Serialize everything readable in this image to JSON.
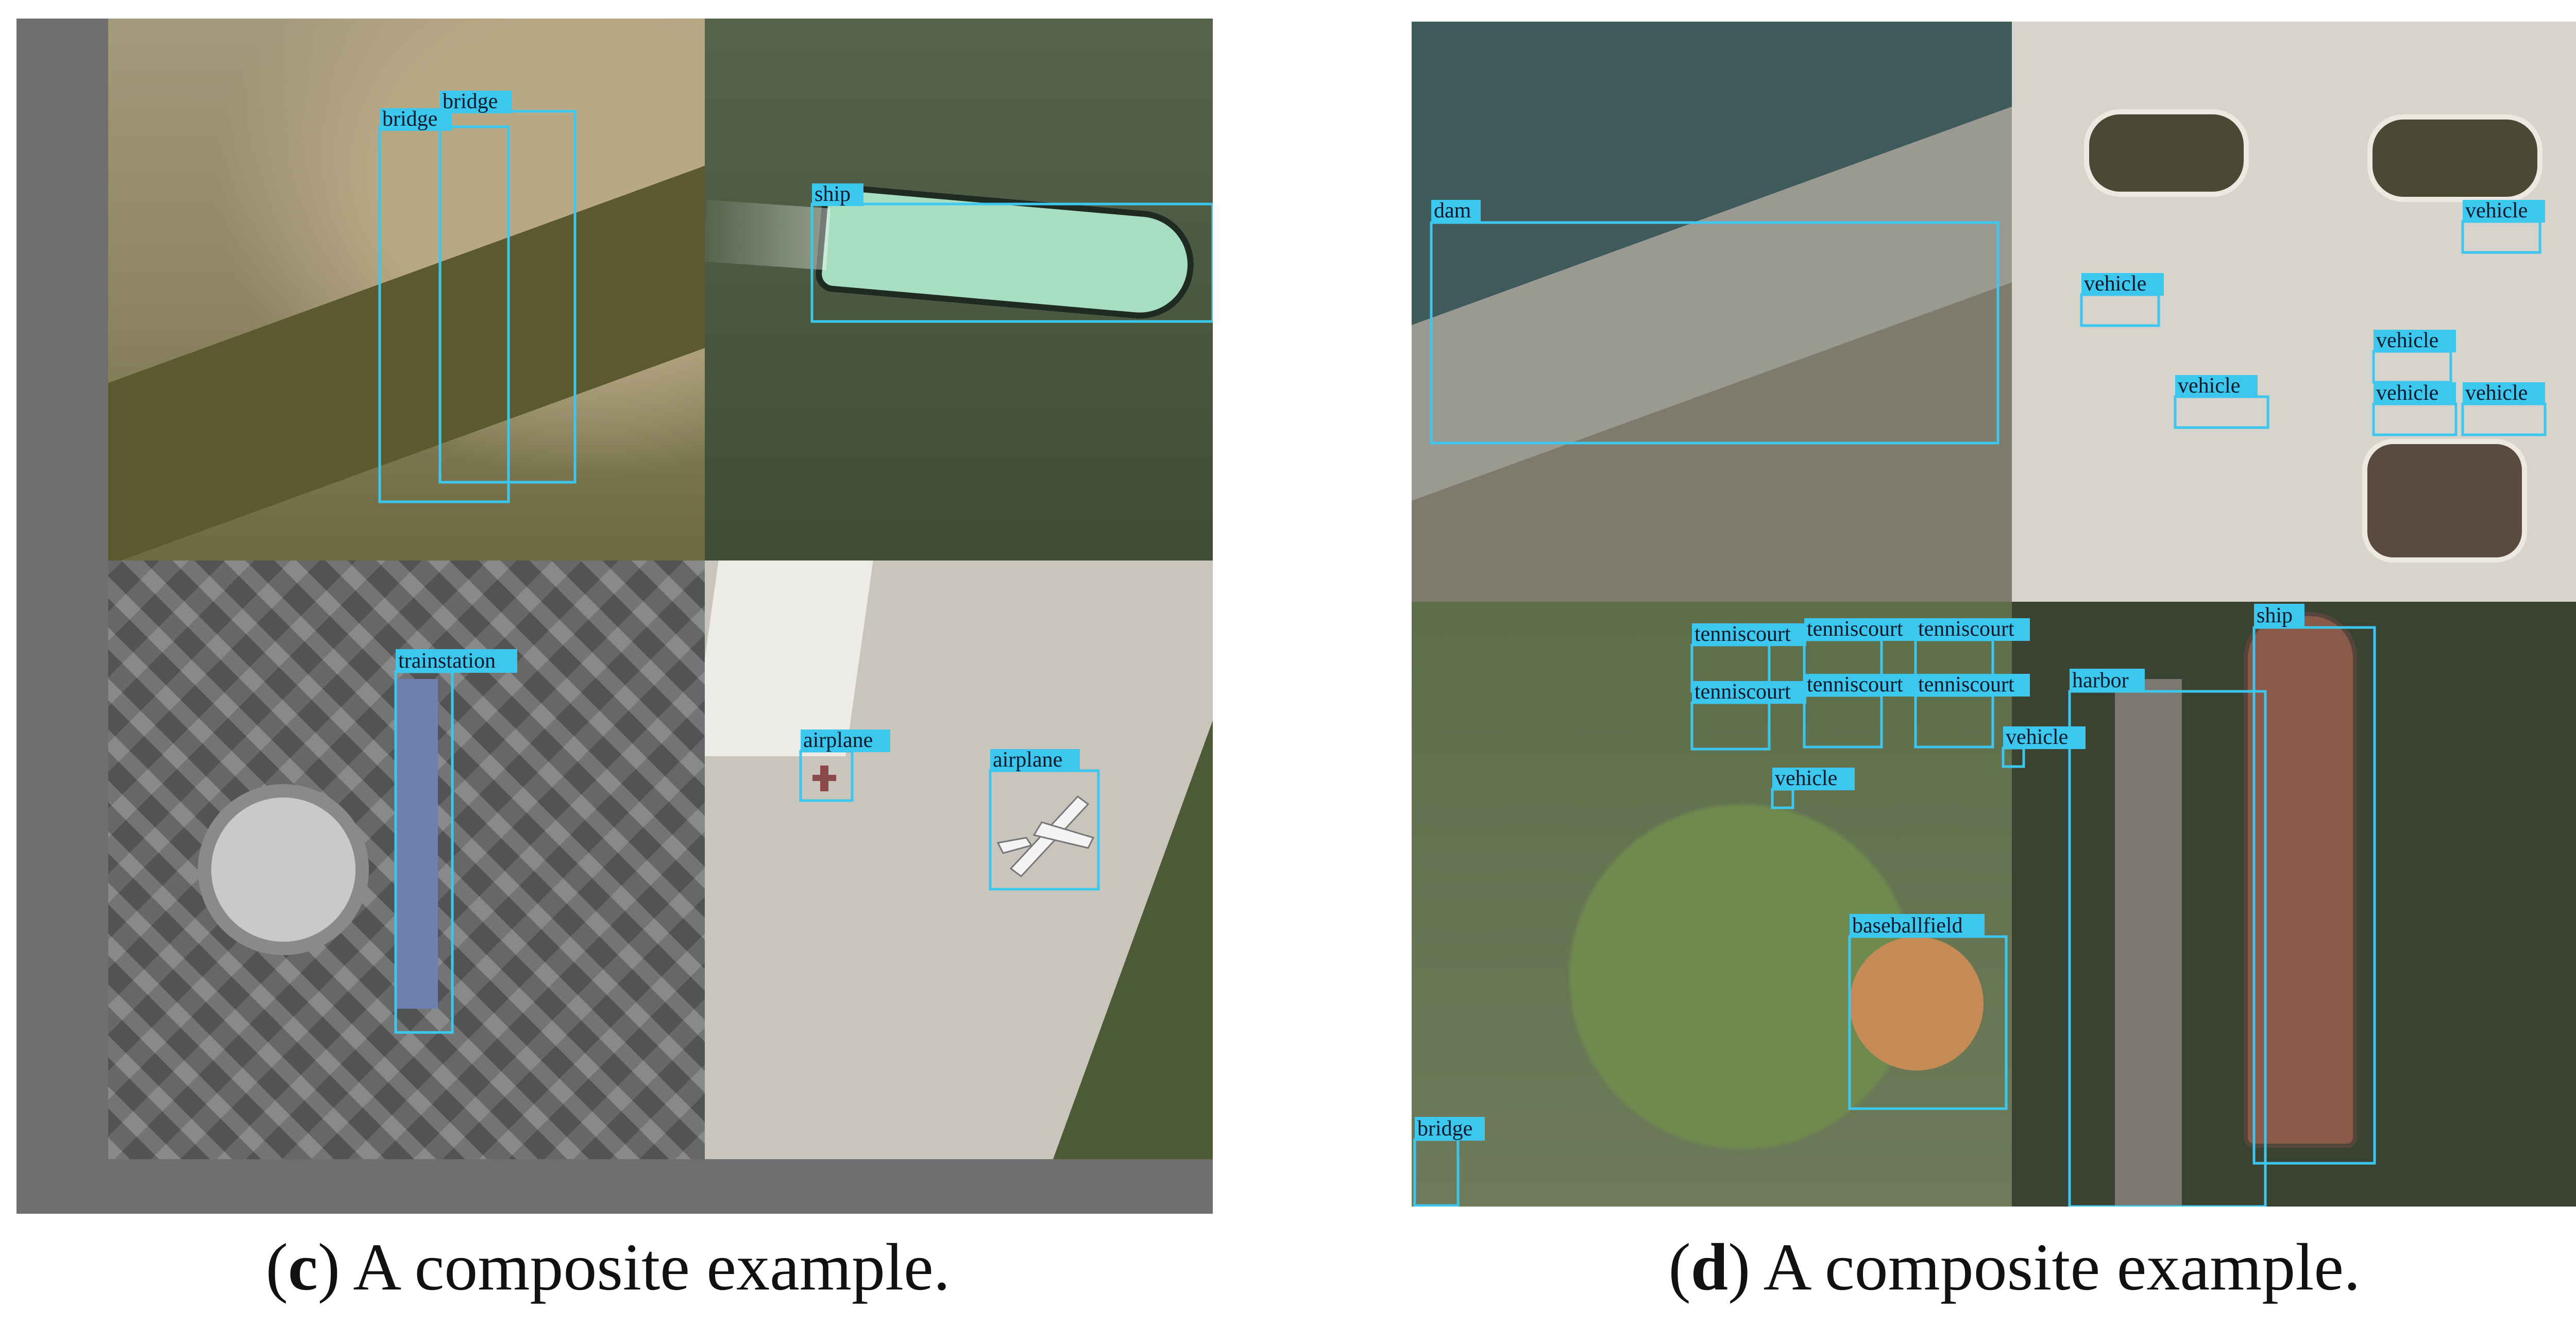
{
  "panels": [
    {
      "caption_letter": "c",
      "caption_text": ") A composite example.",
      "labels": {
        "bridge_1": "bridge",
        "bridge_2": "bridge",
        "ship": "ship",
        "trainstation": "trainstation",
        "airplane_1": "airplane",
        "airplane_2": "airplane"
      }
    },
    {
      "caption_letter": "d",
      "caption_text": ") A composite example.",
      "labels": {
        "dam": "dam",
        "vehicle_1": "vehicle",
        "vehicle_2": "vehicle",
        "vehicle_3": "vehicle",
        "vehicle_4": "vehicle",
        "vehicle_5": "vehicle",
        "vehicle_6": "vehicle",
        "vehicle_7": "vehicle",
        "vehicle_8": "vehicle",
        "tennis_1": "tenniscourt",
        "tennis_2": "tenniscourt",
        "tennis_3": "tenniscourt",
        "tennis_4": "tenniscourt",
        "tennis_5": "tenniscourt",
        "tennis_6": "tenniscourt",
        "harbor": "harbor",
        "ship": "ship",
        "baseballfield": "baseballfield",
        "bridge": "bridge"
      }
    }
  ],
  "colors": {
    "box": "#3cc8ee",
    "padding_gray": "#6f6f6f",
    "water_dark": "#3a4a34",
    "concrete": "#cfcac3"
  }
}
